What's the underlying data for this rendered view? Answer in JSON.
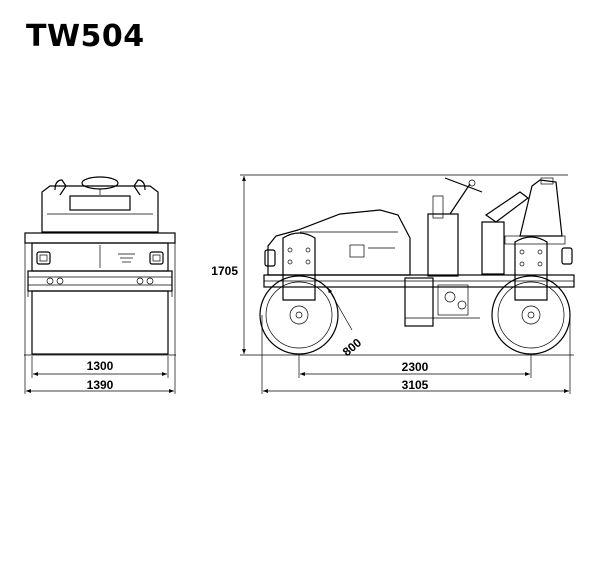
{
  "title": "TW504",
  "dimensions": {
    "drum_width": "1300",
    "overall_width": "1390",
    "overall_height": "1705",
    "drum_diameter": "800",
    "wheelbase": "2300",
    "overall_length": "3105"
  }
}
